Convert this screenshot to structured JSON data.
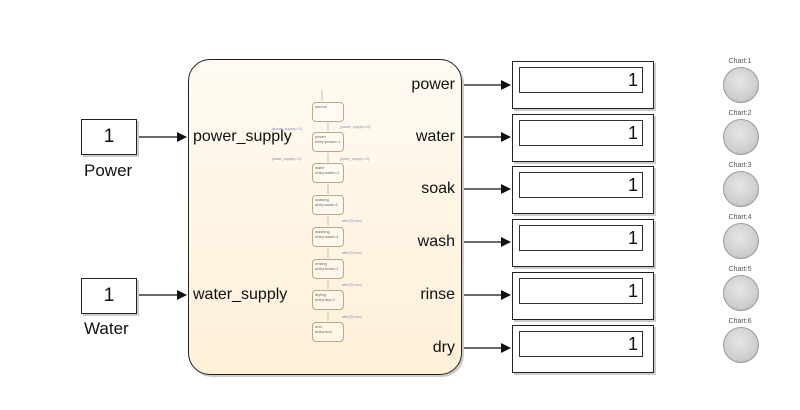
{
  "inputs": [
    {
      "value": "1",
      "label": "Power"
    },
    {
      "value": "1",
      "label": "Water"
    }
  ],
  "chart": {
    "inports": [
      "power_supply",
      "water_supply"
    ],
    "outports": [
      "power",
      "water",
      "soak",
      "wash",
      "rinse",
      "dry"
    ],
    "states": [
      {
        "name": "source",
        "entry": ""
      },
      {
        "name": "power",
        "entry": "entry:power=1"
      },
      {
        "name": "water",
        "entry": "entry:water=1"
      },
      {
        "name": "soaking",
        "entry": "entry:soak=1"
      },
      {
        "name": "washing",
        "entry": "entry:wash=1"
      },
      {
        "name": "rinsing",
        "entry": "entry:rinse=1"
      },
      {
        "name": "drying",
        "entry": "entry:dry=1"
      },
      {
        "name": "end",
        "entry": "entry:end"
      }
    ],
    "conditions": {
      "power_left": "[power_supply==1]",
      "power_right": "[power_supply==0]",
      "water_left": "[water_supply==1]",
      "water_right": "[water_supply==0]",
      "after1": "after(20,sec)",
      "after2": "after(15,sec)",
      "after3": "after(20,sec)",
      "after4": "after(20,sec)"
    }
  },
  "displays": [
    "1",
    "1",
    "1",
    "1",
    "1",
    "1"
  ],
  "lamps": [
    "Chart:1",
    "Chart:2",
    "Chart:3",
    "Chart:4",
    "Chart:5",
    "Chart:6"
  ]
}
